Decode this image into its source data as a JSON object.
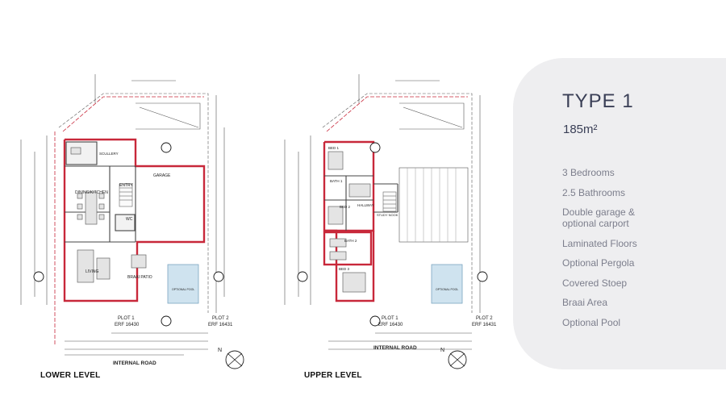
{
  "panel": {
    "title": "TYPE 1",
    "area": "185m²",
    "features": [
      "3 Bedrooms",
      "2.5 Bathrooms",
      "Double garage & optional carport",
      "Laminated Floors",
      "Optional Pergola",
      "Covered Stoep",
      "Braai Area",
      "Optional Pool"
    ]
  },
  "lower": {
    "level_label": "LOWER LEVEL",
    "road": "INTERNAL ROAD",
    "plot1": "PLOT 1",
    "erf1": "ERF 16430",
    "plot2": "PLOT 2",
    "erf2": "ERF 16431",
    "rooms": {
      "garage": "GARAGE",
      "entry": "ENTRY",
      "dining_kitchen": "DINING/KITCHEN",
      "scullery": "SCULLERY",
      "wc": "WC",
      "living": "LIVING",
      "braai_patio": "BRAAI PATIO",
      "optional_pool": "OPTIONAL POOL"
    }
  },
  "upper": {
    "level_label": "UPPER LEVEL",
    "road": "INTERNAL ROAD",
    "plot1": "PLOT 1",
    "erf1": "ERF 16430",
    "plot2": "PLOT 2",
    "erf2": "ERF 16431",
    "rooms": {
      "bed1": "BED 1",
      "bath1": "BATH 1",
      "bed2": "BED 2",
      "hallway": "HALLWAY",
      "study_nook": "STUDY NOOK",
      "bath2": "BATH 2",
      "bed3": "BED 3",
      "optional_pool": "OPTIONAL POOL"
    }
  },
  "north_arrow_letter": "N",
  "colors": {
    "wall_red": "#c8283a",
    "panel_bg": "#eeeef0",
    "title_text": "#3a3f56",
    "feature_text": "#7c7e8c",
    "pool_blue": "#cfe3ef"
  }
}
